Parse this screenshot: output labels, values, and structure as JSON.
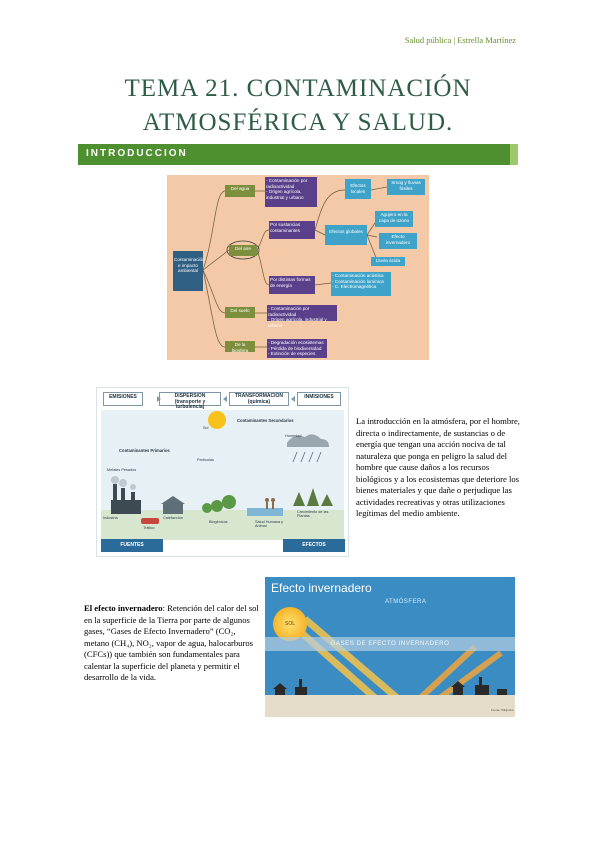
{
  "header": {
    "running_head": "Salud pública | Estrella Martínez"
  },
  "title": {
    "line1": "TEMA 21. CONTAMINACIÓN",
    "line2": "ATMOSFÉRICA Y SALUD."
  },
  "section": {
    "label": "INTRODUCCION"
  },
  "mindmap": {
    "center": "Contaminación e impacto ambiental",
    "agua": "Del agua",
    "aire": "Del aire",
    "suelo": "Del suelo",
    "biosfera": "De la biosfera",
    "agua_detail": "- Contaminación por radioactividad\n- Origen agrícola, industrial y urbano",
    "sustancias": "Por sustancias contaminantes",
    "formas": "Por distintas formas de energía",
    "locales": "Efectos locales",
    "globales": "Efectos globales",
    "smog": "Smog y lluvias fósiles",
    "ozono": "Agujero en la capa de ozono",
    "invernadero": "Efecto invernadero",
    "lluvia": "Lluvia ácida",
    "energia_detail": "- Contaminación acústica\n- Contaminación lumínica\n- C. Electromagnética",
    "suelo_detail": "- Contaminación por radioactividad\n- Origen agrícola, industrial y urbano",
    "biosfera_detail": "- Degradación ecosistemas\n- Pérdida de biodiversidad\n- Extinción de especies"
  },
  "process": {
    "emisiones": "EMISIONES",
    "dispersion": "DISPERSION\n(transporte y turbulencia)",
    "transformacion": "TRANSFORMACION\n(química)",
    "inmisiones": "INMISIONES",
    "secundarios": "Contaminantes Secundarios",
    "primarios": "Contaminantes Primarios",
    "fuentes": "FUENTES",
    "efectos": "EFECTOS",
    "sol": "Sol",
    "industria": "Industria",
    "trafico": "Tráfico",
    "calefaccion": "Calefacción",
    "biogenicos": "Biogénicos",
    "salud": "Salud Humana y Animal",
    "crecimiento": "Crecimiento de las Plantas",
    "humedad": "Humedad",
    "particulas": "Partículas",
    "metales": "Metales Pesados"
  },
  "para1": "La introducción en la atmósfera, por el hombre, directa o indirectamente, de sustancias o de energía que tengan una acción nociva de tal naturaleza que ponga en peligro la salud del hombre que cause daños a los recursos biológicos y a los ecosistemas que deteriore los bienes materiales y que dañe o perjudique las actividades recreativas y otras utilizaciones legítimas del medio ambiente.",
  "para2": {
    "term": "El efecto invernadero",
    "text": ": Retención del calor del sol en la superficie de la Tierra por parte de algunos gases, “Gases de Efecto Invernadero” (CO₂, metano (CH₄), NO₂, vapor de agua, halocarburos (CFCs)) que también son fundamentales para calentar la superficie del planeta y permitir el desarrollo de la vida."
  },
  "greenhouse": {
    "title": "Efecto invernadero",
    "atmosfera": "ATMÓSFERA",
    "gases": "GASES DE EFECTO INVERNADERO",
    "sol": "SOL",
    "credit": "Fuente: Wikipedia"
  },
  "colors": {
    "title": "#2f5c46",
    "section": "#4e8f2f",
    "header": "#6a8f2e"
  }
}
